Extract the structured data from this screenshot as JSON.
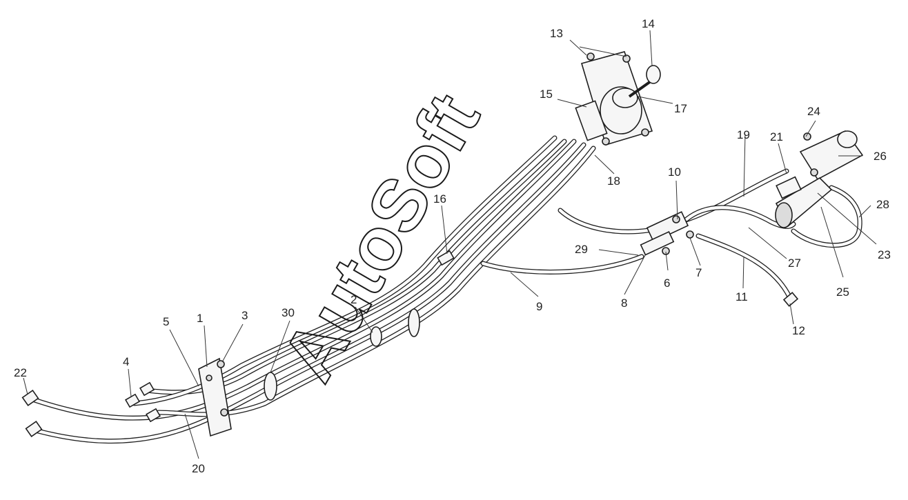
{
  "diagram": {
    "watermark": "AutoSoft",
    "callouts": [
      "1",
      "2",
      "3",
      "4",
      "5",
      "6",
      "7",
      "8",
      "9",
      "10",
      "11",
      "12",
      "13",
      "14",
      "15",
      "16",
      "17",
      "18",
      "19",
      "20",
      "21",
      "22",
      "23",
      "24",
      "25",
      "26",
      "27",
      "28",
      "29",
      "30"
    ]
  }
}
